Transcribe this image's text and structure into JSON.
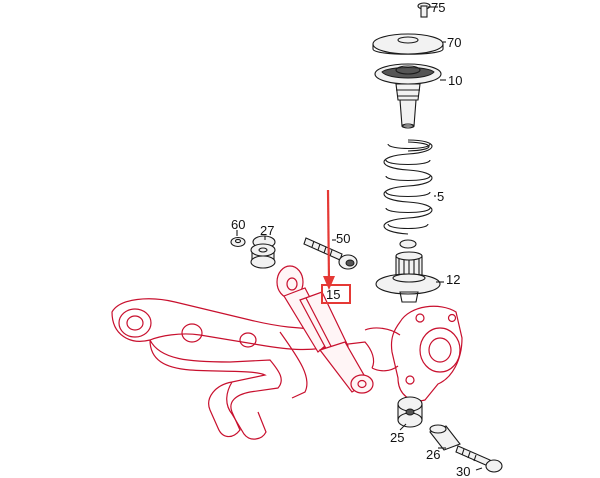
{
  "callouts": [
    {
      "key": "p75",
      "number": "75"
    },
    {
      "key": "p70",
      "number": "70"
    },
    {
      "key": "p10",
      "number": "10"
    },
    {
      "key": "p5",
      "number": "5"
    },
    {
      "key": "p60",
      "number": "60"
    },
    {
      "key": "p27",
      "number": "27"
    },
    {
      "key": "p50",
      "number": "50"
    },
    {
      "key": "p12",
      "number": "12"
    },
    {
      "key": "p15",
      "number": "15"
    },
    {
      "key": "p25",
      "number": "25"
    },
    {
      "key": "p26",
      "number": "26"
    },
    {
      "key": "p30",
      "number": "30"
    }
  ],
  "highlight": {
    "part_number": "15",
    "color": "#e53935"
  },
  "colors": {
    "line_art": "#1a1a1a",
    "suspension_tint": "#c8102e",
    "background": "#ffffff"
  }
}
